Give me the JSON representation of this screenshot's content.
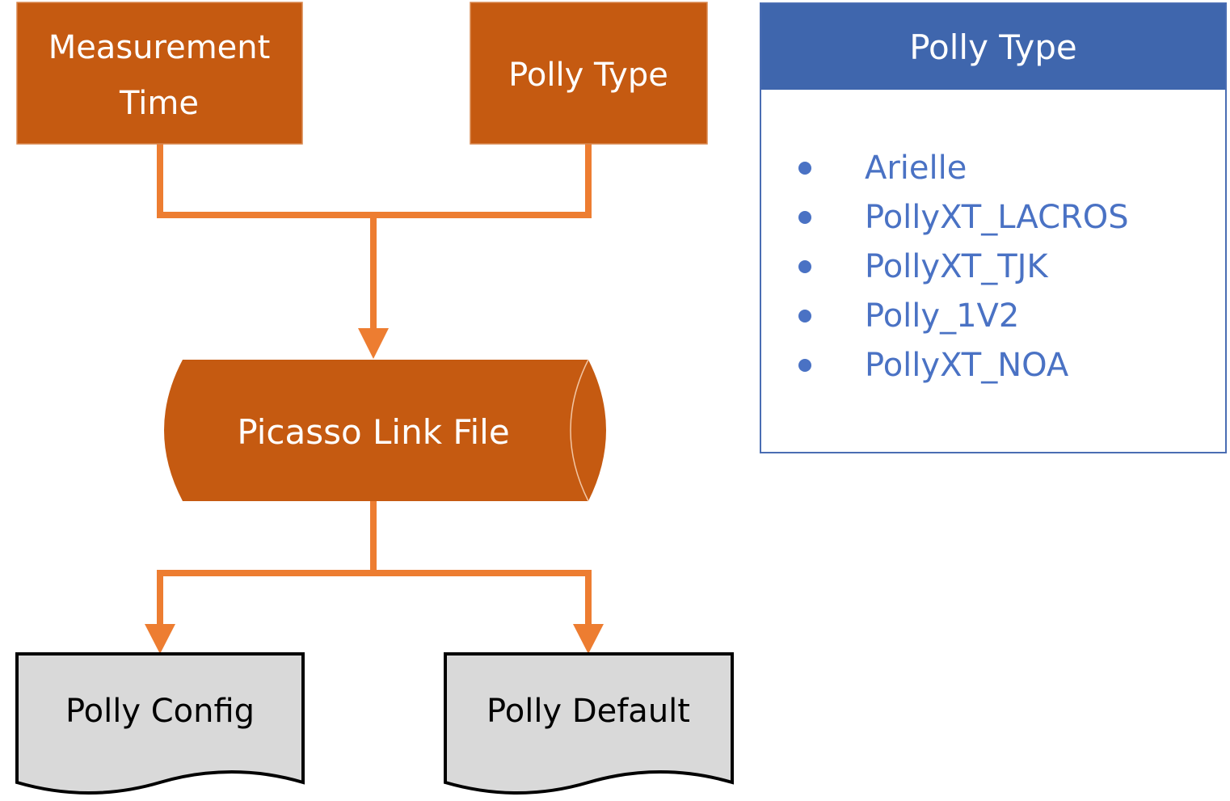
{
  "nodes": {
    "measurement_time": {
      "line1": "Measurement",
      "line2": "Time"
    },
    "polly_type": "Polly Type",
    "picasso_link_file": "Picasso Link File",
    "polly_config": "Polly Config",
    "polly_default": "Polly Default"
  },
  "legend": {
    "title": "Polly Type",
    "items": [
      "Arielle",
      "PollyXT_LACROS",
      "PollyXT_TJK",
      "Polly_1V2",
      "PollyXT_NOA"
    ]
  },
  "colors": {
    "process_fill": "#c55a11",
    "connector": "#ed7d31",
    "document_fill": "#d9d9d9",
    "legend_header": "#3f66ad",
    "legend_text": "#4a72c4"
  }
}
